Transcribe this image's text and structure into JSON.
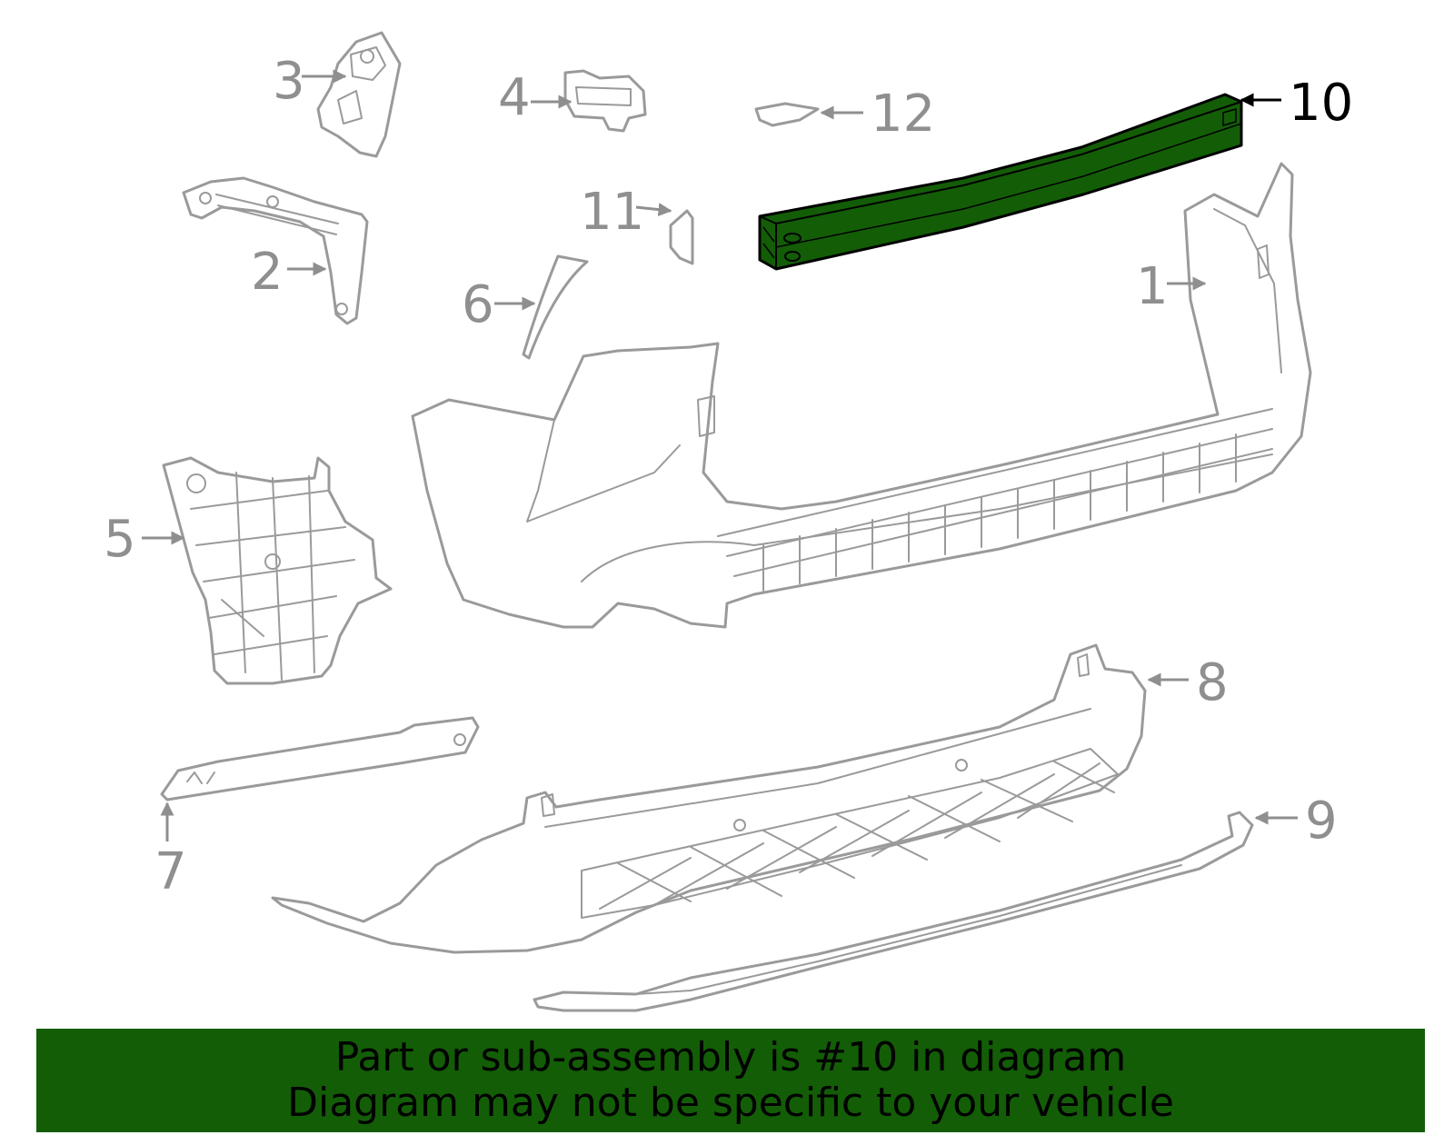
{
  "colors": {
    "highlight": "#135d07",
    "banner": "#135d07",
    "part_stroke": "#9a9a9a",
    "callout_text": "#8f8f8f",
    "highlight_callout_text": "#000000"
  },
  "diagram": {
    "highlighted_part": "10",
    "callouts": [
      {
        "id": "1",
        "label": "1"
      },
      {
        "id": "2",
        "label": "2"
      },
      {
        "id": "3",
        "label": "3"
      },
      {
        "id": "4",
        "label": "4"
      },
      {
        "id": "5",
        "label": "5"
      },
      {
        "id": "6",
        "label": "6"
      },
      {
        "id": "7",
        "label": "7"
      },
      {
        "id": "8",
        "label": "8"
      },
      {
        "id": "9",
        "label": "9"
      },
      {
        "id": "10",
        "label": "10"
      },
      {
        "id": "11",
        "label": "11"
      },
      {
        "id": "12",
        "label": "12"
      }
    ]
  },
  "banner": {
    "line1": "Part or sub-assembly is #10 in diagram",
    "line2": "Diagram may not be specific to your vehicle"
  }
}
